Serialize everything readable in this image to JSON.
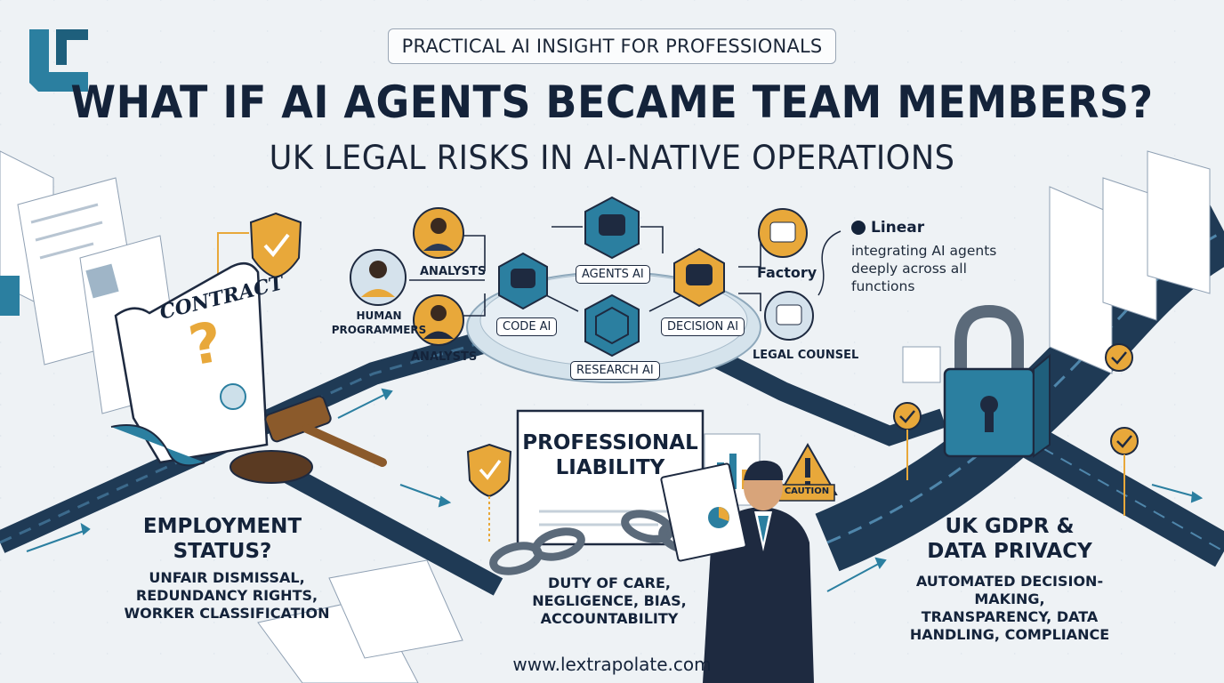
{
  "header": {
    "tagline": "PRACTICAL AI INSIGHT FOR PROFESSIONALS",
    "title": "WHAT IF AI AGENTS BECAME TEAM MEMBERS?",
    "subtitle": "UK LEGAL RISKS IN AI-NATIVE OPERATIONS"
  },
  "network": {
    "analysts_top": "ANALYSTS",
    "human_programmers": "HUMAN\nPROGRAMMERS",
    "analysts_bottom": "ANALYSTS",
    "agents_ai": "AGENTS AI",
    "code_ai": "CODE AI",
    "decision_ai": "DECISION AI",
    "research_ai": "RESEARCH AI",
    "factory": "Factory",
    "legal_counsel": "LEGAL COUNSEL"
  },
  "callout": {
    "brand": "Linear",
    "note": "integrating AI agents deeply across all functions"
  },
  "contract": {
    "label": "CONTRACT",
    "mark": "?"
  },
  "liability_card": {
    "title_line1": "PROFESSIONAL",
    "title_line2": "LIABILITY"
  },
  "caution_sign": "CAUTION",
  "sections": {
    "employment": {
      "title": "EMPLOYMENT STATUS?",
      "body": [
        "UNFAIR DISMISSAL,",
        "REDUNDANCY RIGHTS,",
        "WORKER CLASSIFICATION"
      ]
    },
    "liability": {
      "body": [
        "DUTY OF CARE,",
        "NEGLIGENCE, BIAS,",
        "ACCOUNTABILITY"
      ]
    },
    "gdpr": {
      "title": "UK GDPR & DATA PRIVACY",
      "body": [
        "AUTOMATED DECISION-MAKING,",
        "TRANSPARENCY, DATA",
        "HANDLING, COMPLIANCE"
      ]
    }
  },
  "footer": {
    "url": "www.lextrapolate.com"
  },
  "colors": {
    "navy": "#14233a",
    "teal": "#2b7fa0",
    "gold": "#e8a83a",
    "path": "#274a66"
  }
}
